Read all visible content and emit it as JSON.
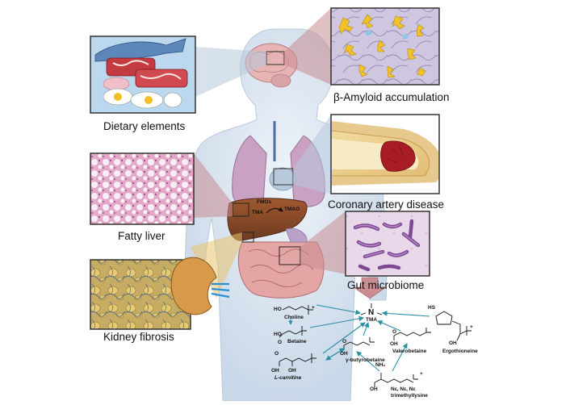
{
  "labels": {
    "amyloid": "β-Amyloid accumulation",
    "dietary": "Dietary elements",
    "coronary": "Coronary artery disease",
    "fatty_liver": "Fatty liver",
    "gut": "Gut microbiome",
    "kidney": "Kidney fibrosis"
  },
  "organ_labels": {
    "fmos": "FMOs",
    "tma": "TMA",
    "tmao": "TMAO"
  },
  "chemistry": {
    "tma": "TMA",
    "n_atom": "N",
    "choline": "Choline",
    "betaine": "Betaine",
    "l_carnitine": "L-carnitine",
    "gamma_butyrobetaine": "γ-butyrobetaine",
    "valerobetaine": "Valerobetaine",
    "ergothioneine": "Ergothioneine",
    "trimethyllysine_1": "Nε, Nε, Nε",
    "trimethyllysine_2": "trimethyllysine",
    "ho": "HO",
    "oh": "OH",
    "o": "O",
    "hs": "HS",
    "nh2": "NH₂",
    "plus": "+"
  },
  "colors": {
    "body": "#dbe6f1",
    "callout": "#d99a9f",
    "teal_arrow": "#2b8fa6",
    "lung": "#c9a2c3",
    "liver": "#8a4a2c",
    "intestine": "#e4a6a4"
  }
}
